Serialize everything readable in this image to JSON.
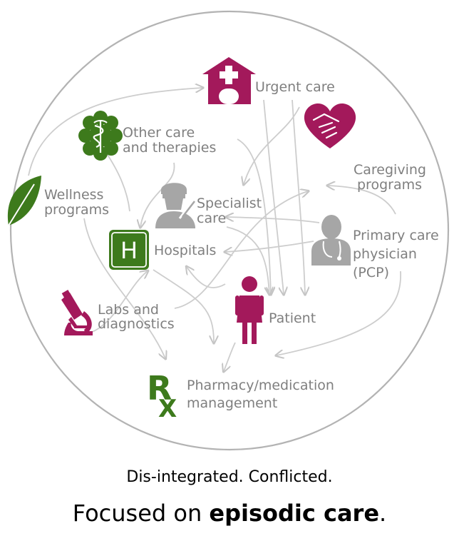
{
  "colors": {
    "magenta": "#a3195b",
    "green": "#3d7a1c",
    "gray": "#a6a6a6",
    "text": "#7f7f7f",
    "arrow": "#c8c8c8"
  },
  "nodes": {
    "urgent_care": {
      "label": "Urgent care",
      "icon": "house-cross-icon"
    },
    "other_care": {
      "line1": "Other care",
      "line2": "and therapies",
      "icon": "caduceus-icon"
    },
    "caregiving": {
      "line1": "Caregiving",
      "line2": "programs",
      "icon": "handshake-heart-icon"
    },
    "wellness": {
      "line1": "Wellness",
      "line2": "programs",
      "icon": "leaf-icon"
    },
    "specialist": {
      "line1": "Specialist",
      "line2": "care",
      "icon": "surgeon-icon"
    },
    "primary": {
      "line1": "Primary care",
      "line2": "physician",
      "line3": "(PCP)",
      "icon": "doctor-icon"
    },
    "hospitals": {
      "label": "Hospitals",
      "icon": "hospital-h-icon",
      "glyph": "H"
    },
    "labs": {
      "line1": "Labs and",
      "line2": "diagnostics",
      "icon": "microscope-icon"
    },
    "patient": {
      "label": "Patient",
      "icon": "patient-icon"
    },
    "pharmacy": {
      "line1": "Pharmacy/medication",
      "line2": "management",
      "icon": "rx-icon",
      "glyph_r": "R",
      "glyph_x": "X"
    }
  },
  "caption": {
    "line1": "Dis-integrated. Conflicted.",
    "line2_prefix": "Focused on ",
    "line2_bold": "episodic care",
    "line2_suffix": "."
  }
}
